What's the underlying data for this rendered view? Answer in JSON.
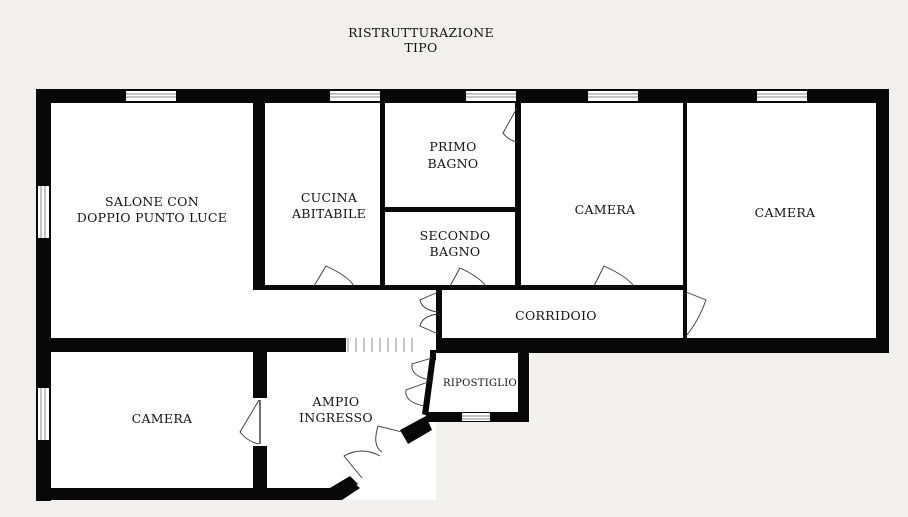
{
  "title": {
    "line1": "RISTRUTTURAZIONE",
    "line2": "TIPO"
  },
  "rooms": {
    "salone": {
      "line1": "SALONE CON",
      "line2": "DOPPIO PUNTO LUCE"
    },
    "cucina": {
      "line1": "CUCINA",
      "line2": "ABITABILE"
    },
    "primo_bagno": {
      "line1": "PRIMO",
      "line2": "BAGNO"
    },
    "secondo_bagno": {
      "line1": "SECONDO",
      "line2": "BAGNO"
    },
    "camera_1": {
      "line1": "CAMERA"
    },
    "camera_2": {
      "line1": "CAMERA"
    },
    "corridoio": {
      "line1": "CORRIDOIO"
    },
    "camera_3": {
      "line1": "CAMERA"
    },
    "ingresso": {
      "line1": "AMPIO",
      "line2": "INGRESSO"
    },
    "ripostiglio": {
      "line1": "RIPOSTIGLIO"
    }
  },
  "colors": {
    "wall": "#080808",
    "floor": "#ffffff",
    "background": "#f1f0ec"
  }
}
